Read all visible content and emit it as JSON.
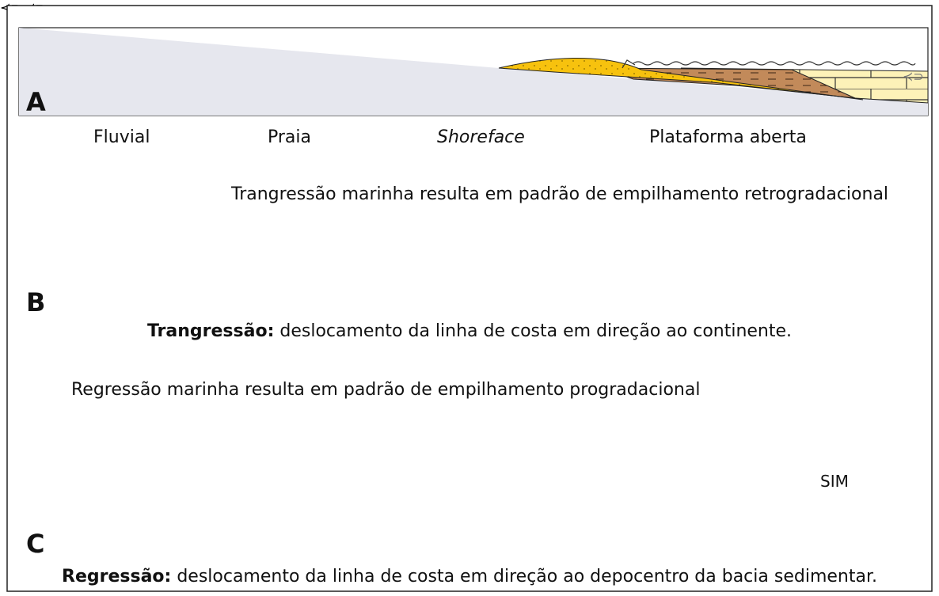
{
  "panels": [
    {
      "letter": "A"
    },
    {
      "letter": "B"
    },
    {
      "letter": "C"
    }
  ],
  "legend": [
    {
      "label": "Fluvial",
      "color": "#e6e7ee"
    },
    {
      "label": "Praia",
      "color": "#f7c20e"
    },
    {
      "label": "Shoreface",
      "color": "#c28a5a"
    },
    {
      "label": "Plataforma aberta",
      "color": "#fdf2b8"
    }
  ],
  "panel_b": {
    "arrow_label": "Trangressão marinha resulta em padrão de empilhamento retrogradacional",
    "caption_bold": "Trangressão:",
    "caption_rest": " deslocamento da linha de costa em direção ao continente."
  },
  "panel_c": {
    "arrow_label": "Regressão marinha resulta em padrão de empilhamento progradacional",
    "sim_label": "SIM",
    "caption_bold": "Regressão:",
    "caption_rest": " deslocamento da linha de costa em direção ao depocentro da bacia sedimentar."
  },
  "colors": {
    "fluvial": "#e6e7ee",
    "praia": "#f7c20e",
    "shoreface": "#c28a5a",
    "plataforma": "#fdf2b8",
    "line": "#222222"
  }
}
